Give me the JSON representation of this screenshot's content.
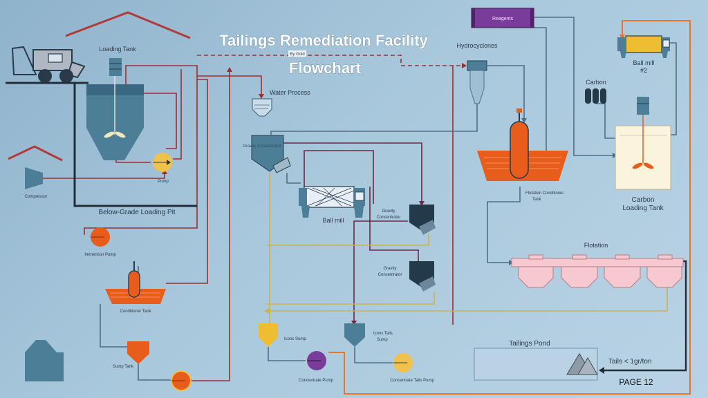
{
  "title": {
    "line1": "Tailings Remediation Facility",
    "line2": "Flowchart",
    "badge": "By Gold"
  },
  "labels": {
    "loading_tank": "Loading Tank",
    "water_process": "Water Process",
    "hydrocyclones": "Hydrocyclones",
    "reagents": "Reagents",
    "carbon": "Carbon",
    "ball_mill_2_line1": "Ball mill",
    "ball_mill_2_line2": "#2",
    "pump": "Pump",
    "compressor": "Compressor",
    "below_grade_loading_pit": "Below-Grade Loading Pit",
    "gravity_concentrator": "Gravity Concentrator",
    "gravity_concentrator_line1": "Gravity",
    "gravity_concentrator_line2": "Concentrator",
    "ball_mill": "Ball mill",
    "flotation_conditioner_tank_line1": "Flotation Conditioner",
    "flotation_conditioner_tank_line2": "Tank",
    "carbon_loading_tank_line1": "Carbon",
    "carbon_loading_tank_line2": "Loading Tank",
    "immersion_pump": "Immersion Pump",
    "flotation": "Flotation",
    "conditioner_tank": "Conditioner Tank",
    "icons_sump": "Icons Sump",
    "icons_tails_sump_line1": "Icons Tails",
    "icons_tails_sump_line2": "Sump",
    "sump_tank": "Sump Tank",
    "concentrate_pump": "Concentrate Pump",
    "concentrate_tails_pump": "Concentrate Tails Pump",
    "tailings_pond": "Tailings Pond",
    "tails_spec": "Tails < 1gr/ton"
  },
  "page_number": "PAGE 12",
  "colors": {
    "tank_blue": "#4d7e98",
    "dark_tank": "#233a4a",
    "orange": "#e85d1c",
    "pump_yellow": "#f0c24b",
    "sump_yellow": "#efbd32",
    "purple": "#7a3c9a",
    "flotation_pink": "#f6c8cf",
    "line_red": "#9b3030",
    "line_maroon": "#6e2745",
    "line_orange": "#e8742e",
    "line_yellow": "#c9b34e",
    "line_steel": "#4d6f86"
  }
}
